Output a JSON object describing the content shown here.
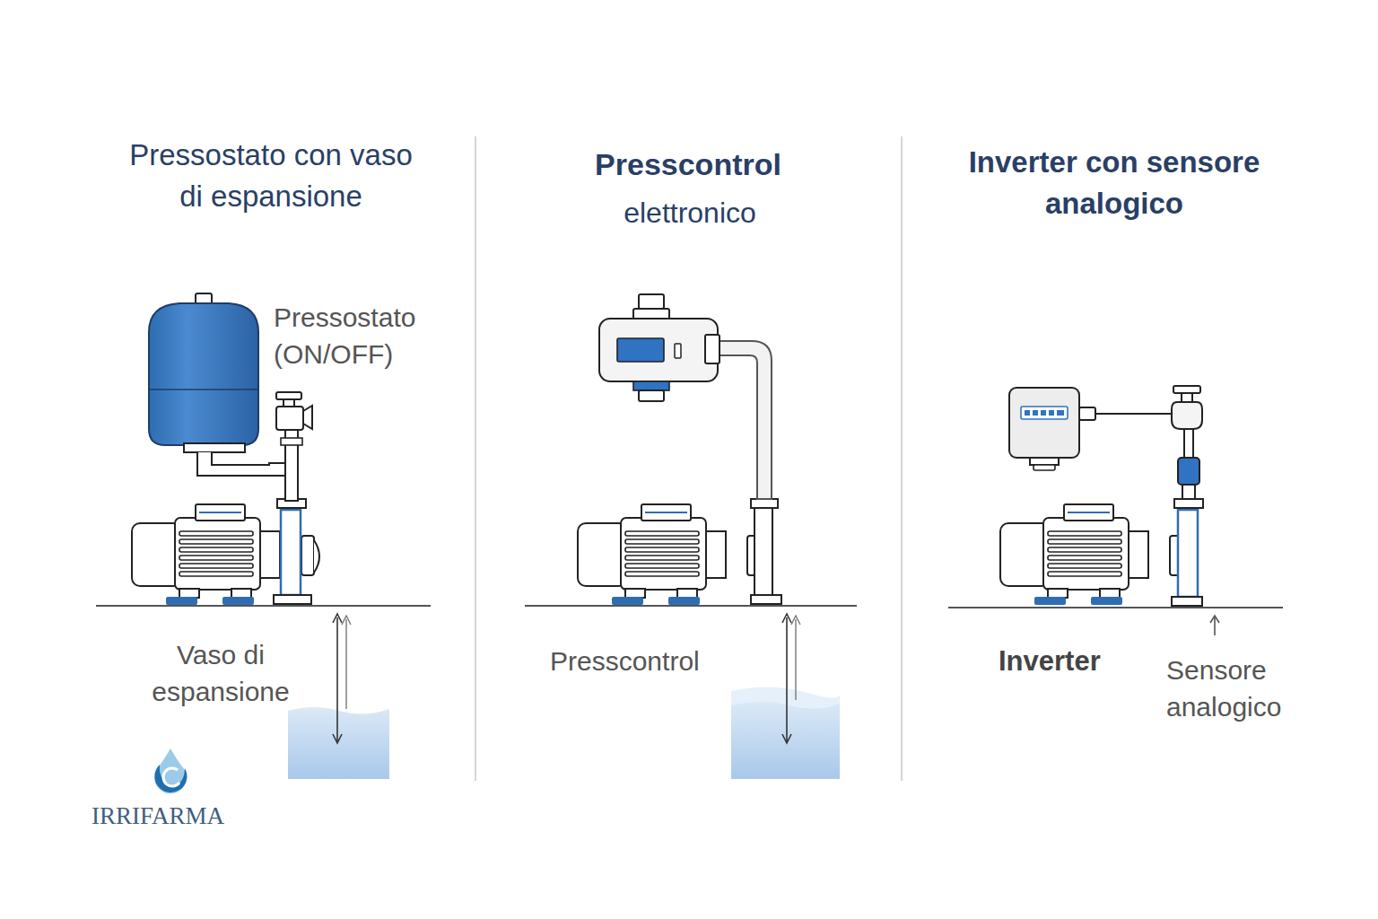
{
  "diagram": {
    "labels": [
      "Pressostato con vaso di espansione",
      "Presscontrol",
      "elettronico",
      "Inverter con sensore analogico",
      "Pressostato (ON/OFF)",
      "Vaso di espansione",
      "Presscontrol",
      "Inverter",
      "Sensore analogico",
      "IRRIFARMA"
    ]
  }
}
